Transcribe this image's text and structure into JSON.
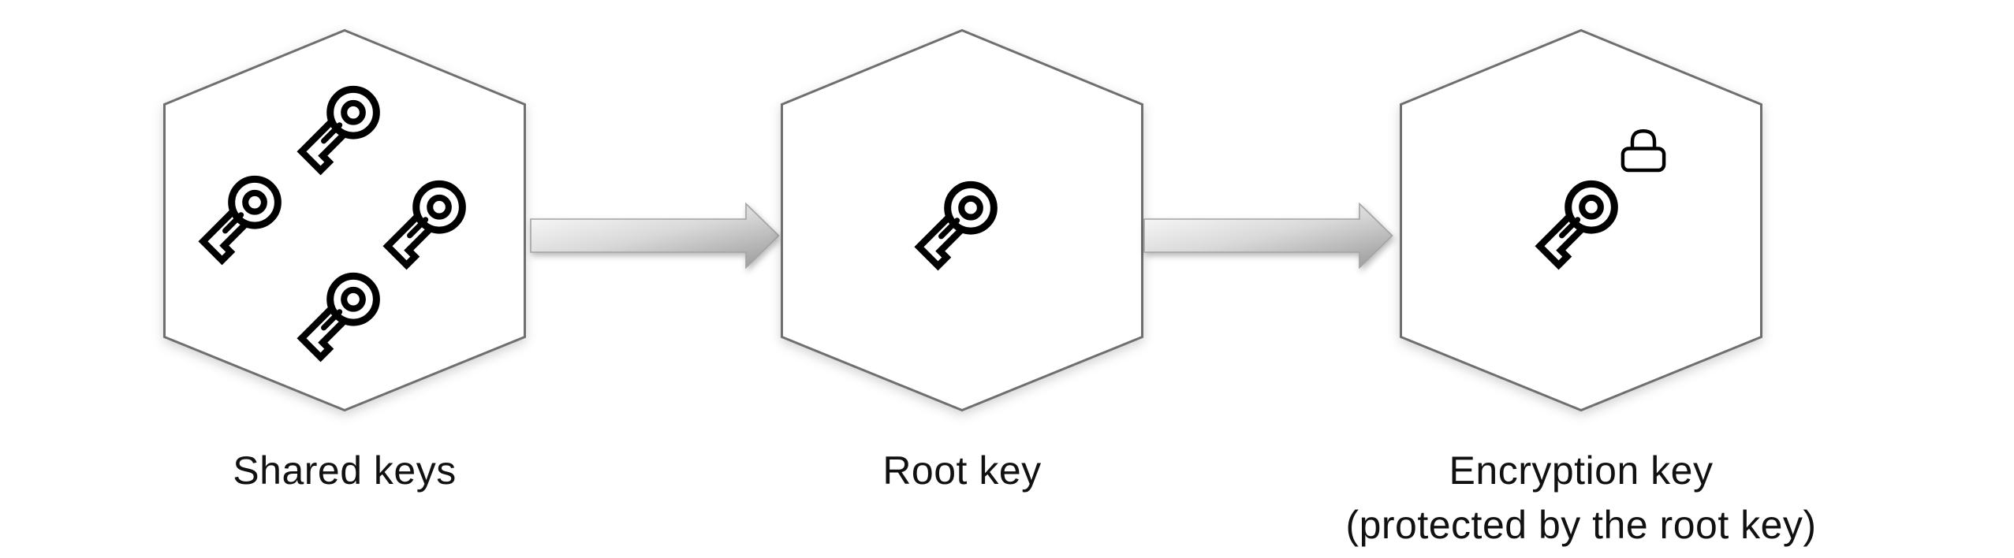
{
  "diagram": {
    "type": "flow-diagram",
    "description": "Key derivation flow: shared keys combine into a root key which protects the encryption key",
    "nodes": [
      {
        "id": "shared-keys",
        "shape": "hexagon",
        "label": "Shared keys",
        "icons": [
          "key-icon",
          "key-icon",
          "key-icon",
          "key-icon"
        ],
        "key_count": 4,
        "has_lock": false
      },
      {
        "id": "root-key",
        "shape": "hexagon",
        "label": "Root key",
        "icons": [
          "key-icon"
        ],
        "key_count": 1,
        "has_lock": false
      },
      {
        "id": "encryption-key",
        "shape": "hexagon",
        "label_line1": "Encryption key",
        "label_line2": "(protected by the root key)",
        "icons": [
          "key-icon",
          "lock-icon"
        ],
        "key_count": 1,
        "has_lock": true
      }
    ],
    "arrows": [
      {
        "from": "shared-keys",
        "to": "root-key",
        "direction": "right",
        "style": "block-gradient"
      },
      {
        "from": "root-key",
        "to": "encryption-key",
        "direction": "right",
        "style": "block-gradient"
      }
    ],
    "colors": {
      "background": "#ffffff",
      "hexagon_fill": "#ffffff",
      "hexagon_border": "#6f6f6f",
      "icon_stroke": "#000000",
      "label_text": "#111111",
      "arrow_gradient_start": "#ffffff",
      "arrow_gradient_mid": "#d9d9d9",
      "arrow_gradient_end": "#9f9f9f",
      "arrow_border": "#a3a3a3"
    }
  }
}
